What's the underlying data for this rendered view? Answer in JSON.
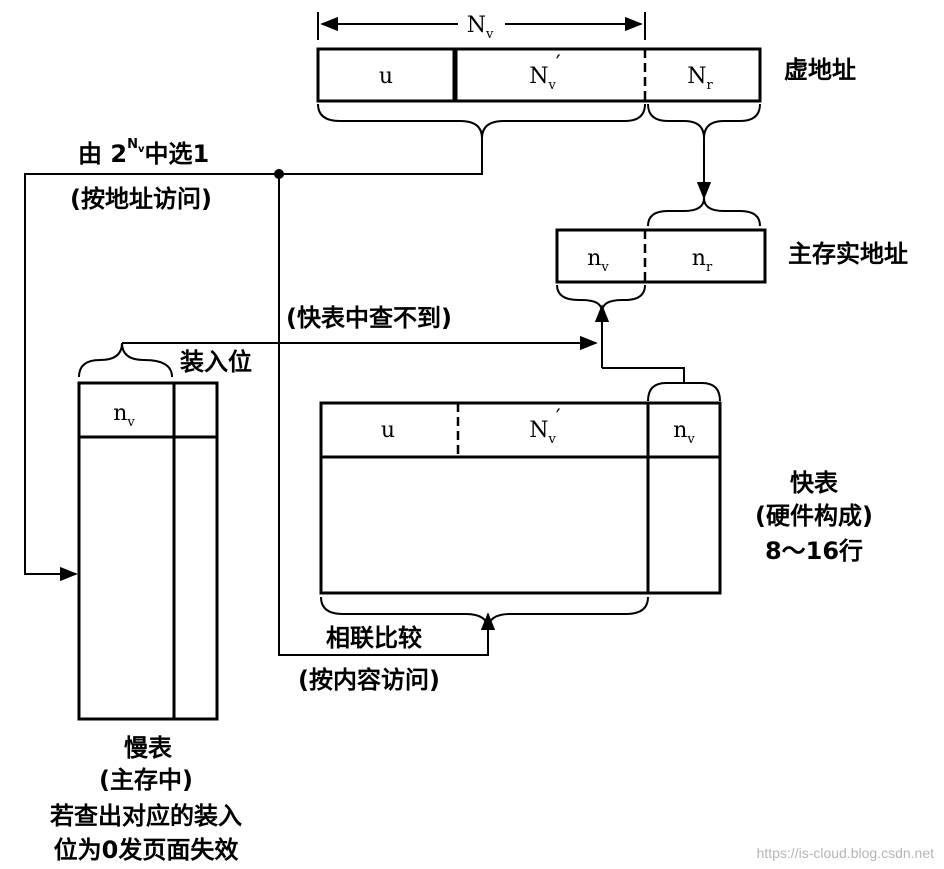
{
  "virtual_address": {
    "width_label": "N",
    "width_sub": "v",
    "fields": [
      {
        "main": "u",
        "sub": ""
      },
      {
        "main": "N",
        "sub": "v",
        "prime": "′"
      },
      {
        "main": "N",
        "sub": "r"
      }
    ],
    "label": "虚地址"
  },
  "select_text": {
    "pre": "由 2",
    "sup": "N",
    "supsub": "v",
    "post": "中选1"
  },
  "by_address": "(按地址访问)",
  "physical_address": {
    "fields": [
      {
        "main": "n",
        "sub": "v"
      },
      {
        "main": "n",
        "sub": "r"
      }
    ],
    "label": "主存实地址"
  },
  "not_found": "(快表中查不到)",
  "load_bit": "装入位",
  "slow_table": {
    "header": {
      "main": "n",
      "sub": "v"
    },
    "name": "慢表",
    "location": "(主存中)",
    "note_line1": "若查出对应的装入",
    "note_line2": "位为0发页面失效"
  },
  "fast_table": {
    "headers": [
      {
        "main": "u",
        "sub": ""
      },
      {
        "main": "N",
        "sub": "v",
        "prime": "′"
      },
      {
        "main": "n",
        "sub": "v"
      }
    ],
    "name": "快表",
    "composition": "(硬件构成)",
    "rows": "8～16行"
  },
  "associative_compare": "相联比较",
  "by_content": "(按内容访问)",
  "watermark": "https://is-cloud.blog.csdn.net"
}
